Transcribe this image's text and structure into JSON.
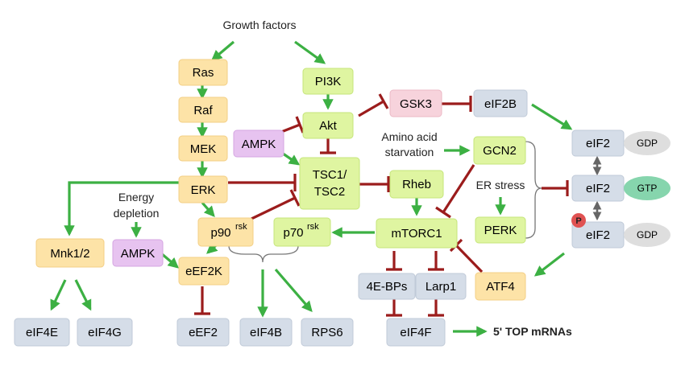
{
  "labels": {
    "growth_factors": "Growth factors",
    "energy_line1": "Energy",
    "energy_line2": "depletion",
    "amino_line1": "Amino acid",
    "amino_line2": "starvation",
    "er_stress": "ER stress",
    "top_mrnas": "5' TOP mRNAs",
    "phospho": "P"
  },
  "nodes": {
    "ras": "Ras",
    "raf": "Raf",
    "mek": "MEK",
    "erk": "ERK",
    "pi3k": "PI3K",
    "akt": "Akt",
    "tsc_line1": "TSC1/",
    "tsc_line2": "TSC2",
    "rheb": "Rheb",
    "mtorc1": "mTORC1",
    "gsk3": "GSK3",
    "eif2b": "eIF2B",
    "ampk_top": "AMPK",
    "ampk_left": "AMPK",
    "gcn2": "GCN2",
    "perk": "PERK",
    "atf4": "ATF4",
    "mnk": "Mnk1/2",
    "p90": "p90",
    "p90_sup": "rsk",
    "p70": "p70",
    "p70_sup": "rsk",
    "eef2k": "eEF2K",
    "eef2": "eEF2",
    "eif4e": "eIF4E",
    "eif4g": "eIF4G",
    "eif4b": "eIF4B",
    "rps6": "RPS6",
    "ebps": "4E-BPs",
    "larp1": "Larp1",
    "eif4f": "eIF4F",
    "eif2_top": "eIF2",
    "eif2_mid": "eIF2",
    "eif2_bot": "eIF2",
    "gdp_top": "GDP",
    "gtp": "GTP",
    "gdp_bot": "GDP"
  },
  "colors": {
    "activate": "#3cb043",
    "inhibit": "#9b1c1c",
    "ras_pathway": "#fde3a7",
    "pi3k_pathway": "#dff5a1",
    "ampk": "#e7c3f0",
    "gsk3": "#f7d3dc",
    "effector": "#d5dde8",
    "gdp": "#dedede",
    "gtp": "#86d5ad",
    "phospho": "#e05252"
  }
}
